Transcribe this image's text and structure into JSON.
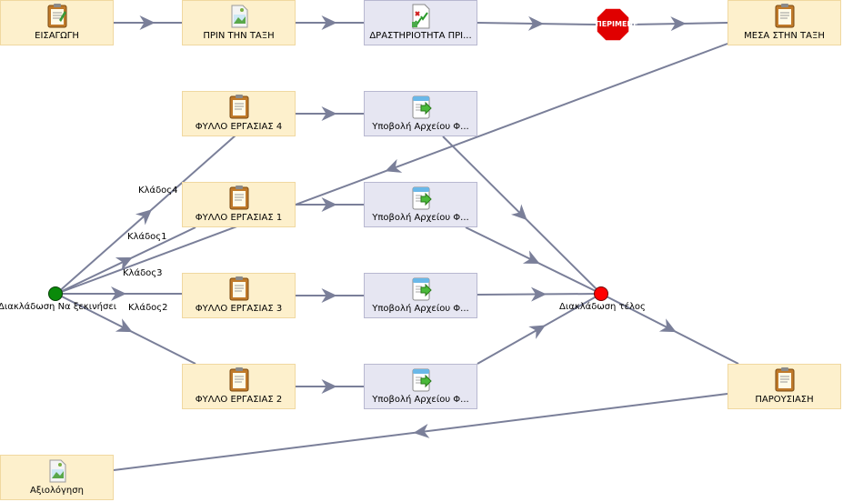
{
  "nodes": {
    "intro": "ΕΙΣΑΓΩΓΗ",
    "before_class": "ΠΡΙΝ ΤΗΝ ΤΑΞΗ",
    "activity": "ΔΡΑΣΤΗΡΙΟΤΗΤΑ ΠΡΙ...",
    "in_class": "ΜΕΣΑ ΣΤΗΝ ΤΑΞΗ",
    "worksheet4": "ΦΥΛΛΟ ΕΡΓΑΣΙΑΣ 4",
    "worksheet1": "ΦΥΛΛΟ ΕΡΓΑΣΙΑΣ 1",
    "worksheet3": "ΦΥΛΛΟ ΕΡΓΑΣΙΑΣ 3",
    "worksheet2": "ΦΥΛΛΟ ΕΡΓΑΣΙΑΣ 2",
    "submit_file_4": "Υποβολή Αρχείου Φ...",
    "submit_file_1": "Υποβολή Αρχείου Φ...",
    "submit_file_3": "Υποβολή Αρχείου Φ...",
    "submit_file_2": "Υποβολή Αρχείου Φ...",
    "presentation": "ΠΑΡΟΥΣΙΑΣΗ",
    "evaluation": "Αξιολόγηση"
  },
  "stop": {
    "text": "ΠΕΡΙΜΕΝΕ",
    "color": "#e00000"
  },
  "gates": {
    "start_label": "Διακλάδωση Να ξεκινήσει",
    "end_label": "Διακλάδωση τέλος",
    "start_color": "#0a8a0a",
    "end_color": "#ff0000"
  },
  "branches": {
    "b4": "Κλάδος4",
    "b1": "Κλάδος1",
    "b3": "Κλάδος3",
    "b2": "Κλάδος2"
  },
  "colors": {
    "edge": "#7a7f99",
    "activity_fill": "#fdf0cc",
    "tool_fill": "#e6e6f2"
  },
  "icons": {
    "intro": "notepad-icon",
    "before_class": "image-page-icon",
    "activity": "quiz-icon",
    "stop": "stop-sign-icon",
    "in_class": "notepad-icon",
    "worksheets": "notepad-icon",
    "submissions": "file-submit-icon",
    "presentation": "notepad-icon",
    "evaluation": "image-page-icon"
  }
}
